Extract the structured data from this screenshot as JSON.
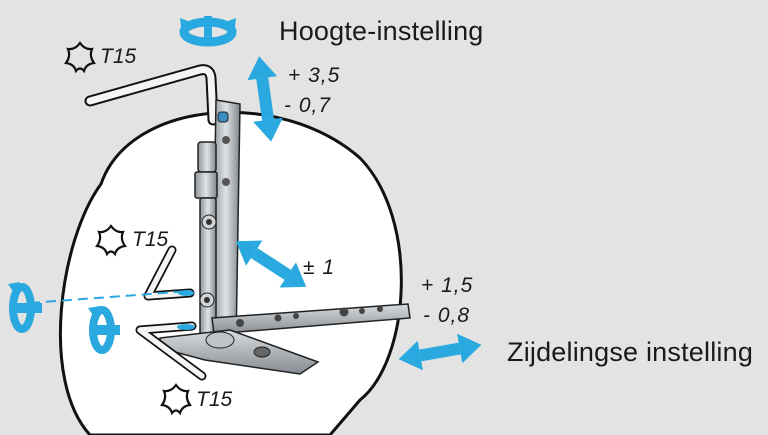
{
  "labels": {
    "height_adjustment": "Hoogte-instelling",
    "lateral_adjustment": "Zijdelingse instelling"
  },
  "tool_labels": {
    "top": "T15",
    "middle": "T15",
    "bottom": "T15"
  },
  "values": {
    "height_plus": "+ 3,5",
    "height_minus": "- 0,7",
    "middle": "± 1",
    "lateral_plus": "+ 1,5",
    "lateral_minus": "- 0,8"
  },
  "icons": {
    "torx": "torx-icon",
    "rotate": "rotate-arrow-icon",
    "double_arrow": "double-arrow-icon"
  },
  "colors": {
    "background": "#e3e3e3",
    "accent": "#2aa9e0",
    "detail_circle_fill": "#ffffff",
    "outline": "#111111"
  }
}
